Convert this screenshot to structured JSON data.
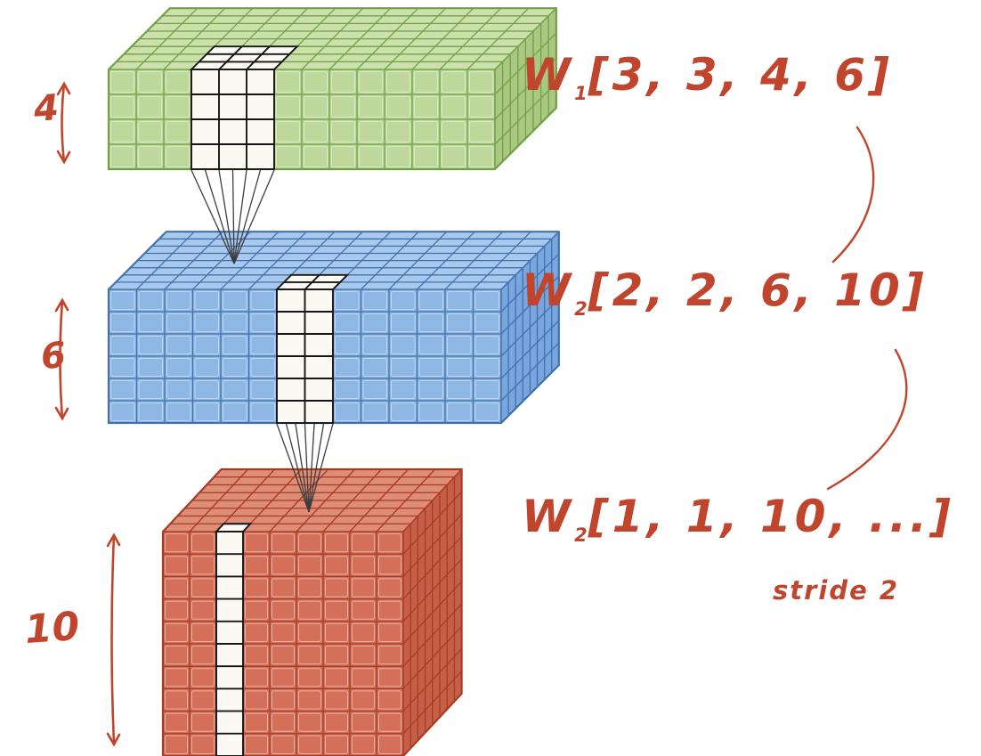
{
  "colors": {
    "green": {
      "front": "#bed79a",
      "top": "#cce0ab",
      "side": "#a9c982",
      "stroke": "#71a048"
    },
    "blue": {
      "front": "#8fb7e6",
      "top": "#a9c8ee",
      "side": "#79a6dc",
      "stroke": "#4172ad"
    },
    "red": {
      "front": "#d4705a",
      "top": "#de8d77",
      "side": "#c65f49",
      "stroke": "#a83b22"
    },
    "highlight_fill": "#faf9f2",
    "highlight_stroke": "#151515",
    "funnel": "#3d3d3d",
    "annotation": "#c0452c"
  },
  "blocks": [
    {
      "id": "green",
      "grid": {
        "cols": 14,
        "rows": 4,
        "depth": 8
      },
      "highlight": {
        "col": 3,
        "span": 3,
        "topDepth": 3
      }
    },
    {
      "id": "blue",
      "grid": {
        "cols": 14,
        "rows": 6,
        "depth": 8
      },
      "highlight": {
        "col": 6,
        "span": 2,
        "topDepth": 2
      }
    },
    {
      "id": "red",
      "grid": {
        "cols": 9,
        "rows": 10,
        "depth": 8
      },
      "highlight": {
        "col": 2,
        "span": 1,
        "topDepth": 1
      }
    }
  ],
  "labels": {
    "green_depth": "4",
    "blue_depth": "6",
    "red_depth": "10"
  },
  "formulas": {
    "w1": {
      "base": "W",
      "sub": "1",
      "dims": "[3, 3, 4, 6]"
    },
    "w2": {
      "base": "W",
      "sub": "2",
      "dims": "[2, 2, 6, 10]"
    },
    "w3": {
      "base": "W",
      "sub": "2",
      "dims": "[1, 1, 10, ...]"
    },
    "stride": "stride 2"
  }
}
